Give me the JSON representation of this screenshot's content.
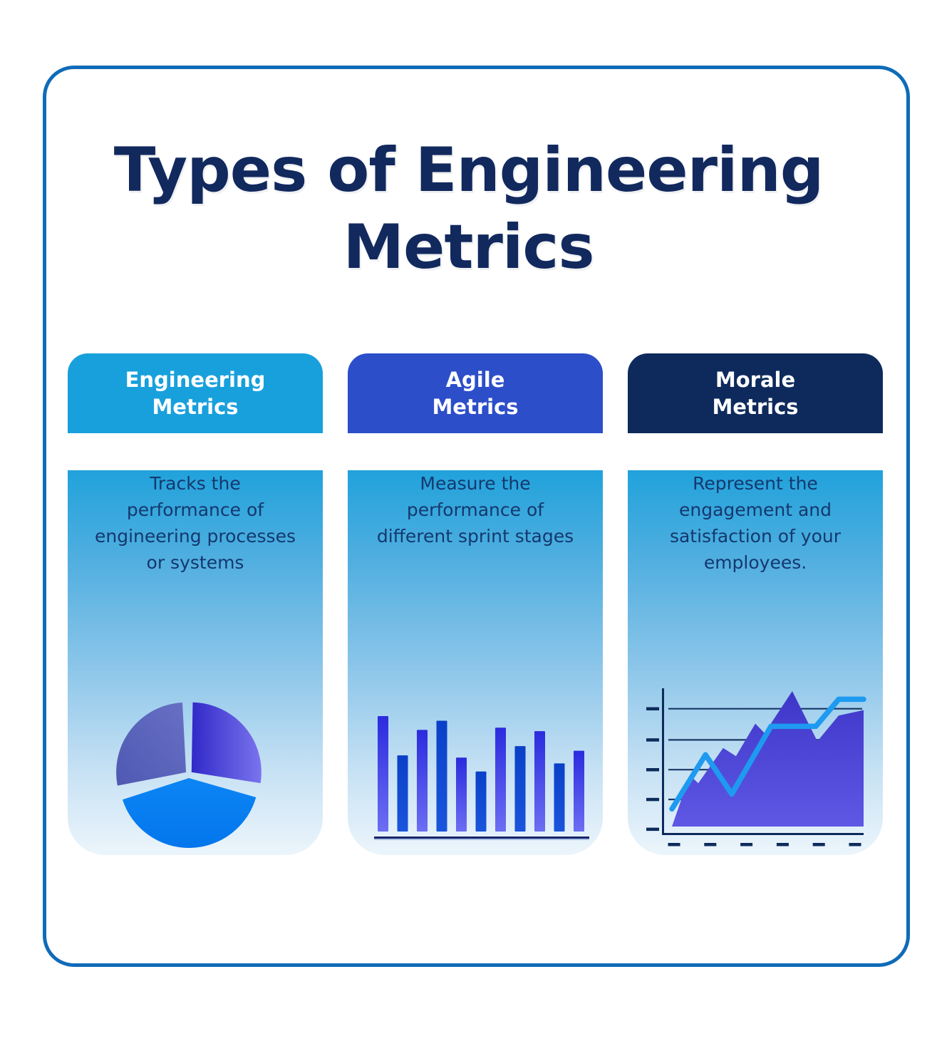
{
  "title": "Types of Engineering\nMetrics",
  "colors": {
    "page_bg": "#FFFFFF",
    "frame_border": "#0F6BB8",
    "title_text": "#12295E",
    "body_text": "#14386E",
    "header_text": "#FFFFFF"
  },
  "cards": [
    {
      "id": "engineering-metrics",
      "header": "Engineering\nMetrics",
      "header_bg": "#18A0DC",
      "description": "Tracks the\nperformance of\nengineering processes\nor systems"
    },
    {
      "id": "agile-metrics",
      "header": "Agile\nMetrics",
      "header_bg": "#2C4EC9",
      "description": "Measure the\nperformance of\ndifferent sprint stages"
    },
    {
      "id": "morale-metrics",
      "header": "Morale\nMetrics",
      "header_bg": "#0E2A5C",
      "description": "Represent the\nengagement and\nsatisfaction of your\nemployees."
    }
  ],
  "chart_data": [
    {
      "type": "pie",
      "card": "engineering-metrics",
      "labels_shown": false,
      "slices": [
        {
          "name": "right-slice",
          "start_deg": 1,
          "end_deg": 99,
          "share_pct": 28,
          "color_start": "#3129C8",
          "color_end": "#7A74EE",
          "grad": "horizontal"
        },
        {
          "name": "bottom-slice",
          "start_deg": 106,
          "end_deg": 252,
          "share_pct": 43,
          "color_start": "#0C85F5",
          "color_end": "#0376EC",
          "grad": "vertical"
        },
        {
          "name": "left-slice",
          "start_deg": 259,
          "end_deg": 357,
          "share_pct": 29,
          "color_start": "#6770C4",
          "color_end": "#4F59B2",
          "grad": "diagonal"
        }
      ]
    },
    {
      "type": "bar",
      "card": "agile-metrics",
      "values": [
        100,
        66,
        88,
        96,
        64,
        52,
        90,
        74,
        87,
        59,
        70
      ],
      "ylim": [
        0,
        100
      ],
      "grid": false,
      "bar_color_light_top": "#2B2BDE",
      "bar_color_light_bottom": "#6C6EF2",
      "bar_color_dark_top": "#0A40C8",
      "bar_color_dark_bottom": "#1A55DC",
      "baseline_color": "#16246A",
      "baseline_shadow_color": "#7E9AD2"
    },
    {
      "type": "area-line",
      "card": "morale-metrics",
      "area_points": [
        [
          4.6,
          0
        ],
        [
          13.5,
          38
        ],
        [
          17.7,
          32
        ],
        [
          30.1,
          58
        ],
        [
          36.5,
          52
        ],
        [
          46.1,
          76
        ],
        [
          50.7,
          69
        ],
        [
          64.5,
          100
        ],
        [
          77,
          63
        ],
        [
          87.6,
          82
        ],
        [
          100,
          86
        ]
      ],
      "line_points": [
        [
          4.6,
          13
        ],
        [
          21.3,
          53
        ],
        [
          34.4,
          24
        ],
        [
          53.9,
          74
        ],
        [
          76.2,
          74
        ],
        [
          87.6,
          94
        ],
        [
          100,
          94
        ]
      ],
      "gridline_levels": [
        87,
        64,
        42,
        20
      ],
      "y_tick_levels": [
        87,
        64,
        42,
        20,
        -2
      ],
      "x_tick_count": 6,
      "ylim": [
        0,
        100
      ],
      "area_color_top": "#3E36C8",
      "area_color_bottom": "#5F58E5",
      "line_color": "#1E9AF0",
      "axis_color": "#0D2B5B"
    }
  ]
}
